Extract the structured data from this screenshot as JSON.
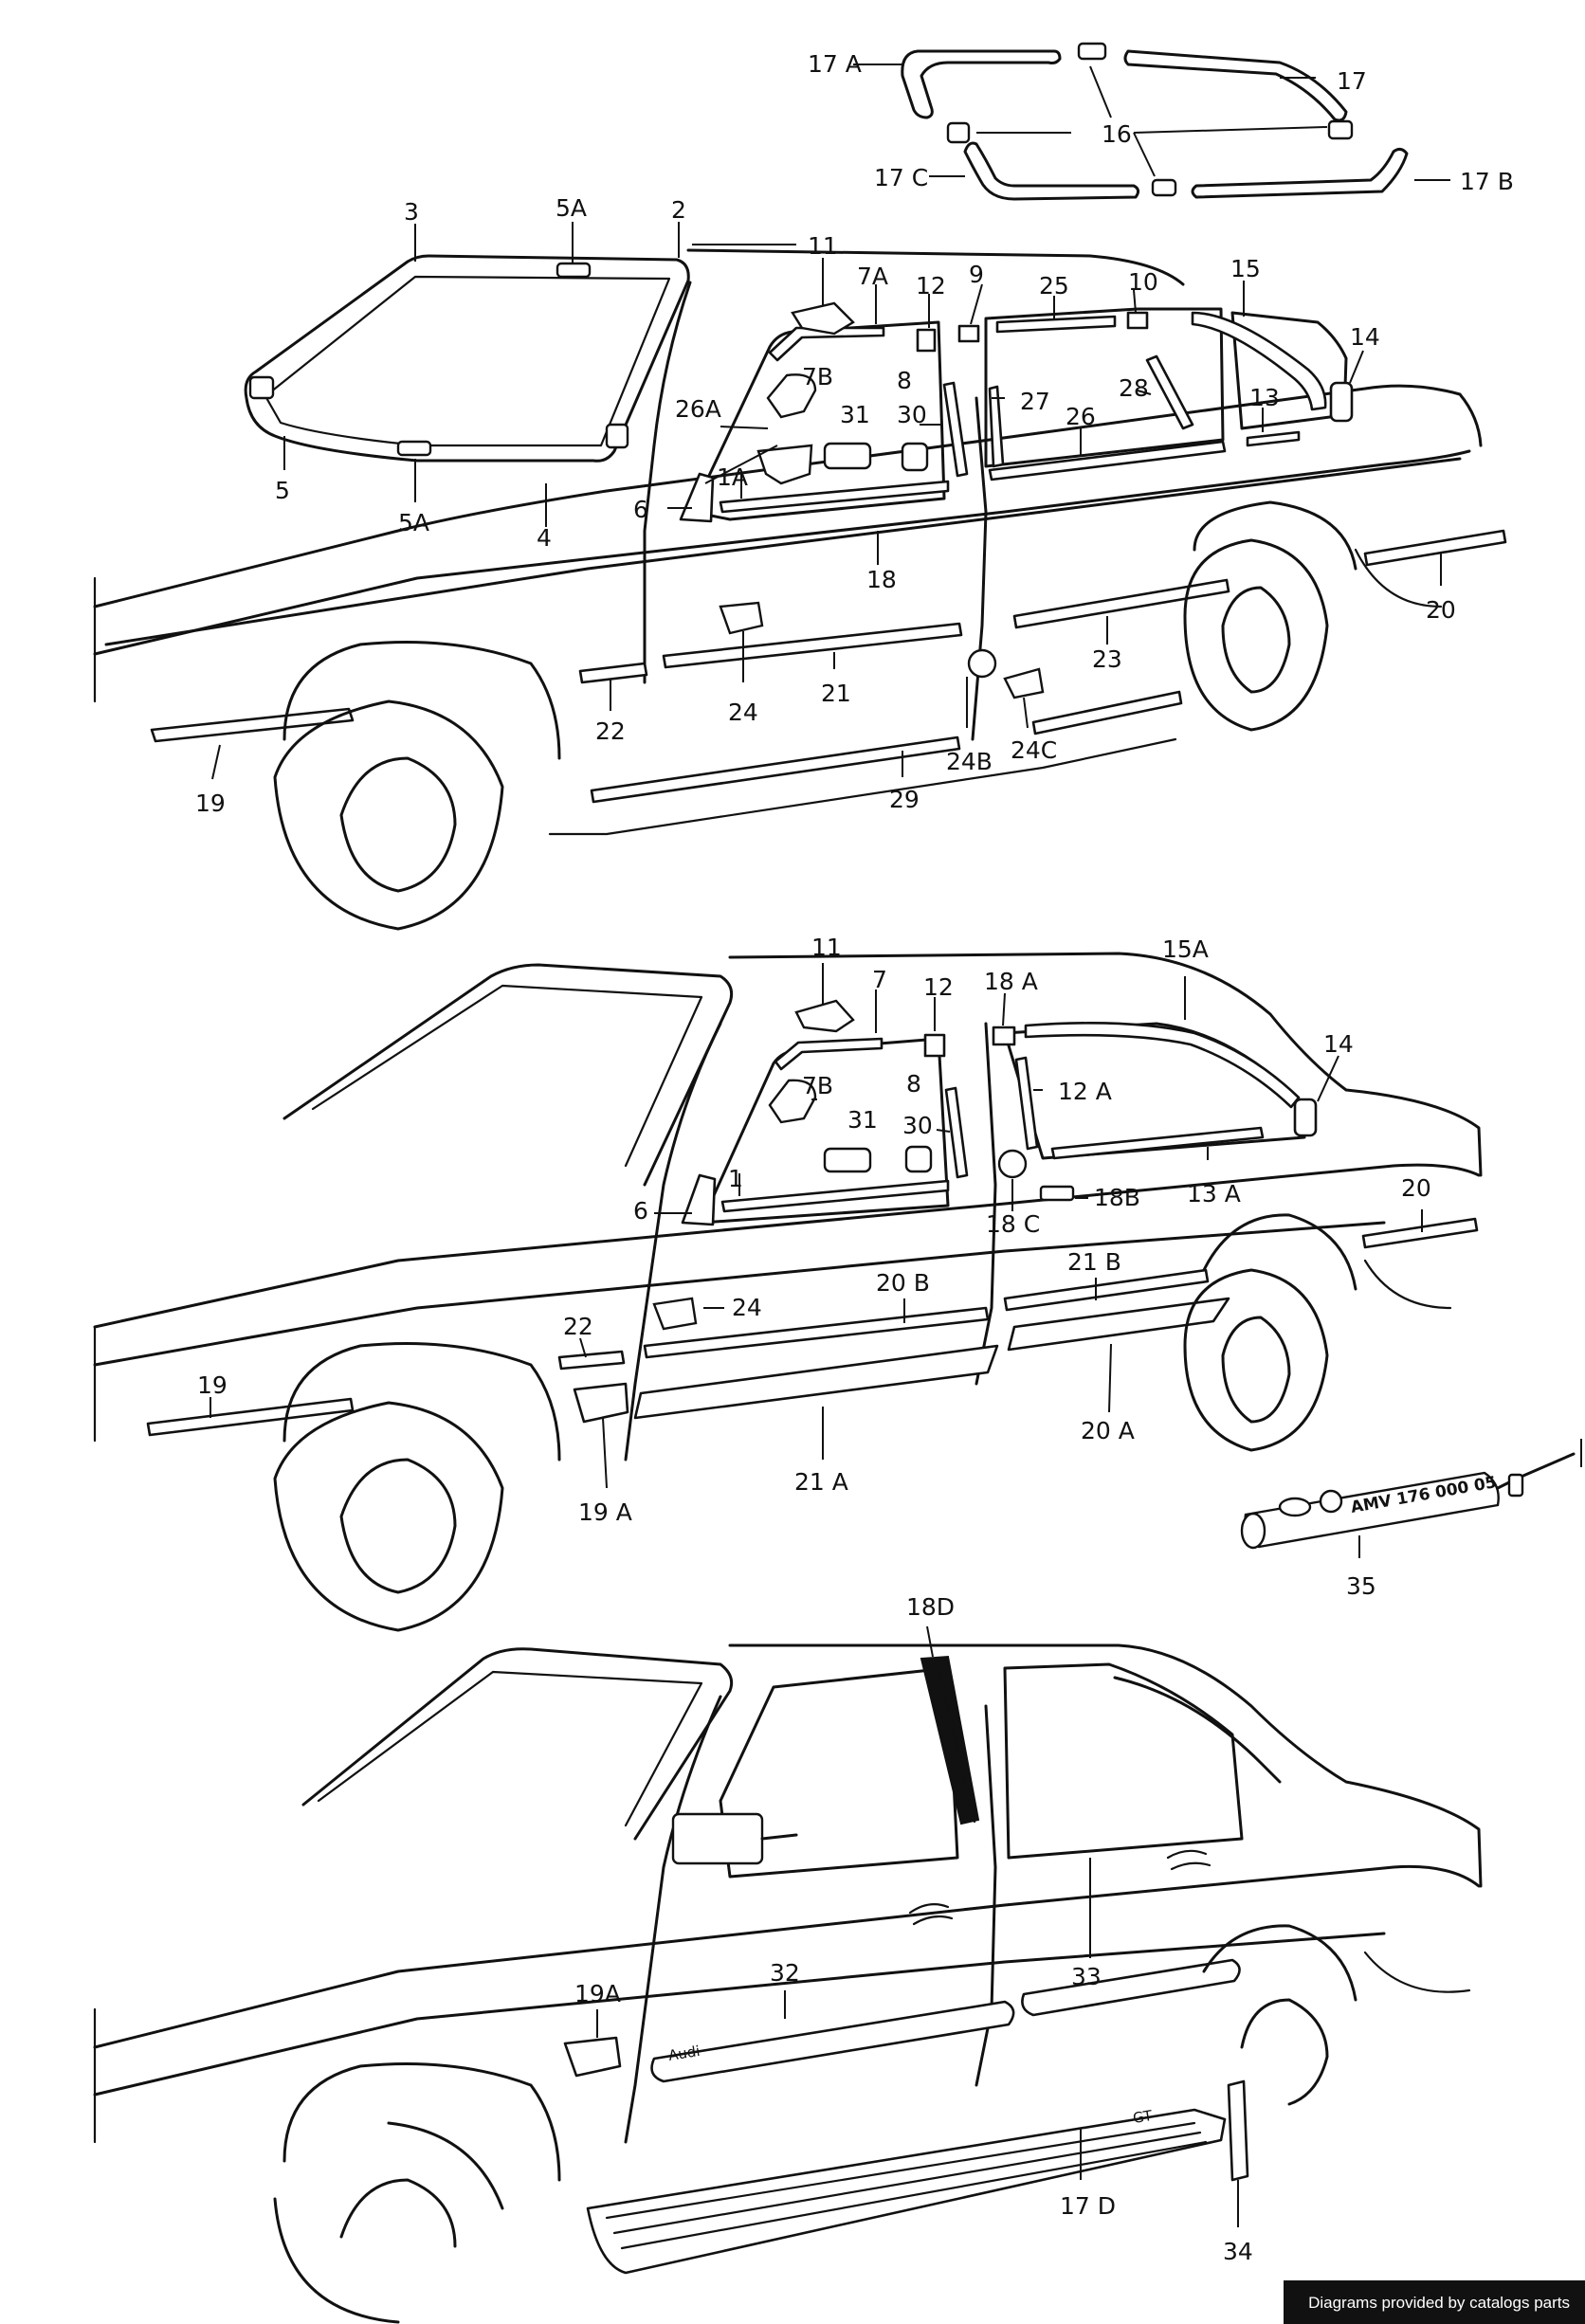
{
  "footer": {
    "credit": "Diagrams provided by catalogs parts"
  },
  "tube": {
    "text": "AMV 176 000 05"
  },
  "labels": {
    "l17A": "17 A",
    "l17": "17",
    "l16": "16",
    "l17C": "17 C",
    "l17B": "17 B",
    "l3": "3",
    "l5A_top": "5A",
    "l2": "2",
    "l11_a": "11",
    "l7A": "7A",
    "l12_a": "12",
    "l9": "9",
    "l25": "25",
    "l10": "10",
    "l15": "15",
    "l14_a": "14",
    "l7B_a": "7B",
    "l31_a": "31",
    "l30_a": "30",
    "l26A": "26A",
    "l27": "27",
    "l28": "28",
    "l26": "26",
    "l13": "13",
    "l1A": "1A",
    "l6_a": "6",
    "l5": "5",
    "l5A_bot": "5A",
    "l4": "4",
    "l18": "18",
    "l20_a": "20",
    "l23": "23",
    "l21": "21",
    "l22_a": "22",
    "l24_a": "24",
    "l24B": "24B",
    "l24C": "24C",
    "l19_a": "19",
    "l29": "29",
    "l11_b": "11",
    "l7": "7",
    "l12_b": "12",
    "l18A": "18 A",
    "l15A": "15A",
    "l14_b": "14",
    "l7B_b": "7B",
    "l8_b": "8",
    "l12A": "12 A",
    "l31_b": "31",
    "l30_b": "30",
    "l1": "1",
    "l6_b": "6",
    "l18C": "18 C",
    "l18B": "18B",
    "l13A": "13 A",
    "l20_b": "20",
    "l22_b": "22",
    "l24_b": "24",
    "l20B": "20 B",
    "l21B": "21 B",
    "l19_b": "19",
    "l21A": "21 A",
    "l20A": "20 A",
    "l19A_b": "19 A",
    "l35": "35",
    "l18D": "18D",
    "l33": "33",
    "l32": "32",
    "l19A_c": "19A",
    "l17D": "17 D",
    "l34": "34",
    "l8_a": "8"
  },
  "badges": {
    "audi": "Audi",
    "gt": "GT"
  }
}
